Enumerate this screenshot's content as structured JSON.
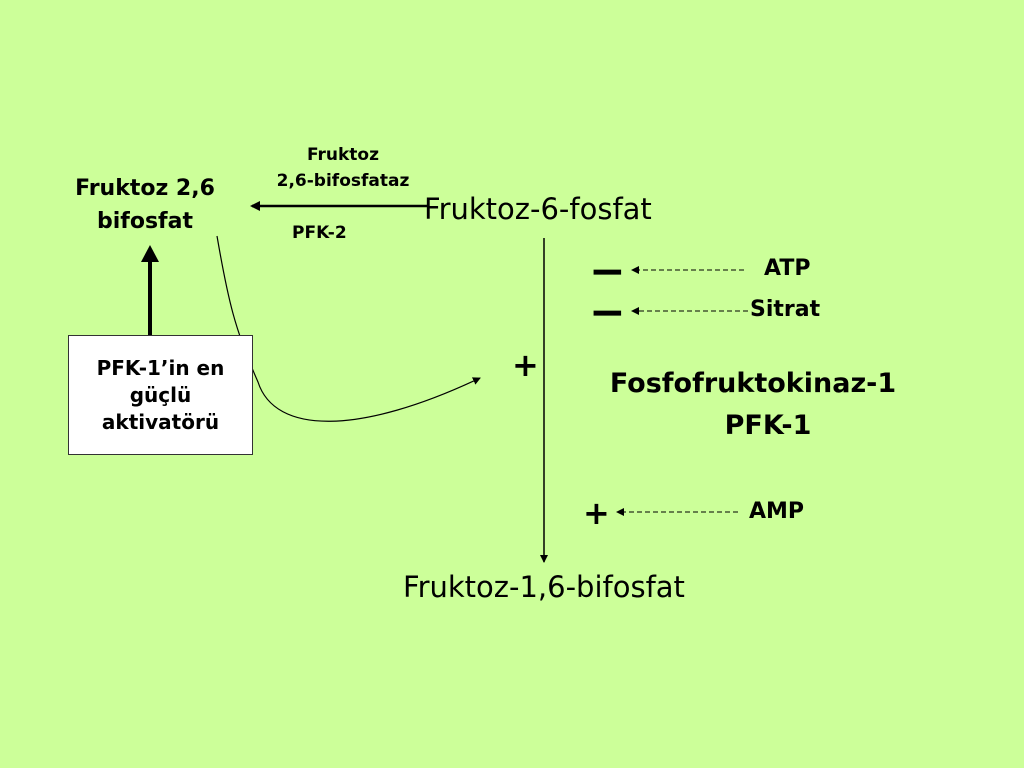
{
  "compounds": {
    "f26bp": "Fruktoz 2,6\nbifosfat",
    "f6p": "Fruktoz-6-fosfat",
    "f16bp": "Fruktoz-1,6-bifosfat"
  },
  "enzymes": {
    "phosphatase": "Fruktoz\n2,6-bifosfataz",
    "pfk2": "PFK-2",
    "pfk1_name": "Fosfofruktokinaz-1",
    "pfk1_abbr": "PFK-1"
  },
  "activator_box": "PFK-1’in en\ngüçlü\naktivatörü",
  "regulators": {
    "atp": {
      "label": "ATP",
      "effect": "−"
    },
    "citrate": {
      "label": "Sitrat",
      "effect": "−"
    },
    "amp": {
      "label": "AMP",
      "effect": "+"
    },
    "f26bp_effect": "+"
  },
  "colors": {
    "background": "#ccff99",
    "box": "#ffffff",
    "ink": "#000000"
  }
}
